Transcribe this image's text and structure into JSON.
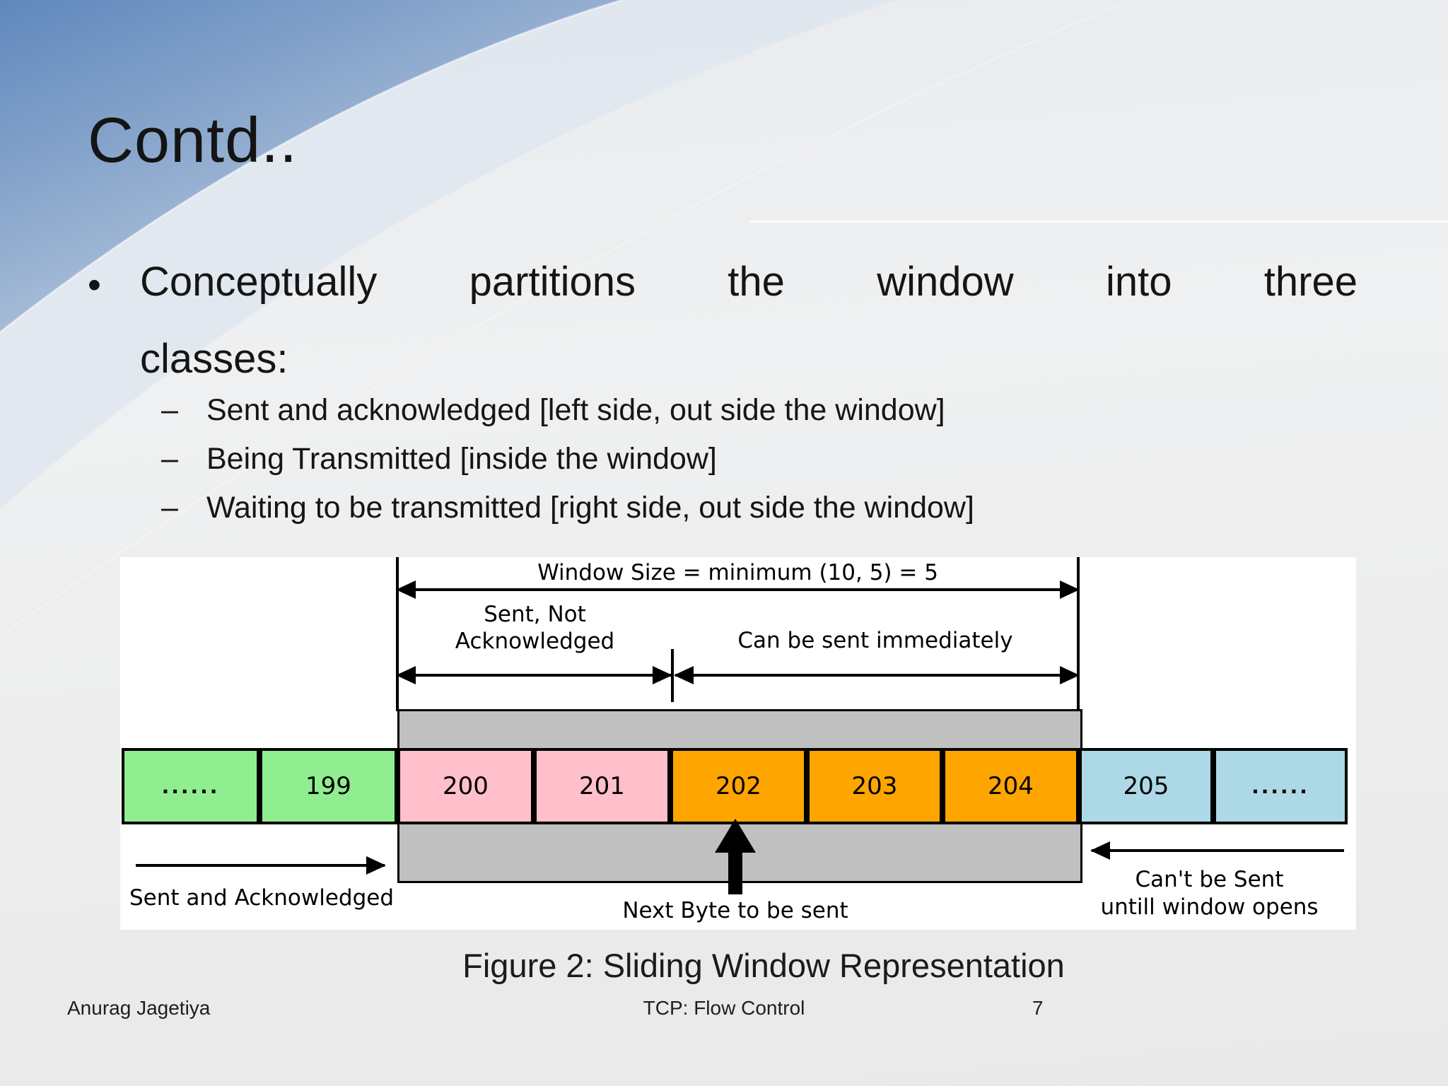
{
  "slide": {
    "title": "Contd..",
    "bullet": {
      "marker": "•",
      "line1": "Conceptually partitions the window into three",
      "line2": "classes:"
    },
    "sub_bullets": [
      {
        "marker": "–",
        "text": "Sent and acknowledged [left side, out side the window]"
      },
      {
        "marker": "–",
        "text": "Being Transmitted [inside the window]"
      },
      {
        "marker": "–",
        "text": "Waiting to be transmitted [right side, out side the window]"
      }
    ],
    "caption": "Figure 2: Sliding Window Representation",
    "footer": {
      "author": "Anurag Jagetiya",
      "center": "TCP: Flow Control",
      "page_number": "7"
    }
  },
  "diagram": {
    "window_size_label": "Window Size = minimum (10, 5) = 5",
    "sent_not_acked_label_line1": "Sent, Not",
    "sent_not_acked_label_line2": "Acknowledged",
    "can_be_sent_label": "Can be sent immediately",
    "sent_acked_label": "Sent and Acknowledged",
    "next_byte_label": "Next Byte to be sent",
    "cant_send_label_line1": "Can't be Sent",
    "cant_send_label_line2": "untill window opens",
    "boxes": [
      {
        "label": "......",
        "state": "sent-acknowledged"
      },
      {
        "label": "199",
        "state": "sent-acknowledged"
      },
      {
        "label": "200",
        "state": "sent-not-acknowledged"
      },
      {
        "label": "201",
        "state": "sent-not-acknowledged"
      },
      {
        "label": "202",
        "state": "can-be-sent"
      },
      {
        "label": "203",
        "state": "can-be-sent"
      },
      {
        "label": "204",
        "state": "can-be-sent"
      },
      {
        "label": "205",
        "state": "cant-be-sent"
      },
      {
        "label": "......",
        "state": "cant-be-sent"
      }
    ],
    "colors": {
      "sent_acknowledged": "#90EE90",
      "sent_not_acknowledged": "#FFC0CB",
      "can_be_sent": "#FFA500",
      "cant_be_sent": "#ADD8E6",
      "window_band": "#C0C0C0",
      "swoosh_blue": "#6088BD"
    }
  }
}
